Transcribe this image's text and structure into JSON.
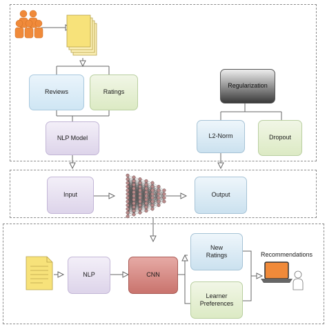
{
  "nodes": {
    "reviews": "Reviews",
    "ratings": "Ratings",
    "nlp_model": "NLP Model",
    "regularization": "Regularization",
    "l2_norm": "L2-Norm",
    "dropout": "Dropout",
    "input": "Input",
    "output": "Output",
    "nlp": "NLP",
    "cnn": "CNN",
    "new_ratings": "New\nRatings",
    "learner_preferences": "Learner\nPreferences",
    "recommendations": "Recommendations"
  },
  "icons": {
    "users": "people-group-icon",
    "documents": "document-stack-icon",
    "document": "document-icon",
    "network": "neural-network-icon",
    "laptop": "laptop-icon",
    "user": "user-icon"
  },
  "colors": {
    "users": "#f08a3a",
    "document": "#f7e27a",
    "laptop": "#f08a3a",
    "cnn": "#c9736d"
  }
}
